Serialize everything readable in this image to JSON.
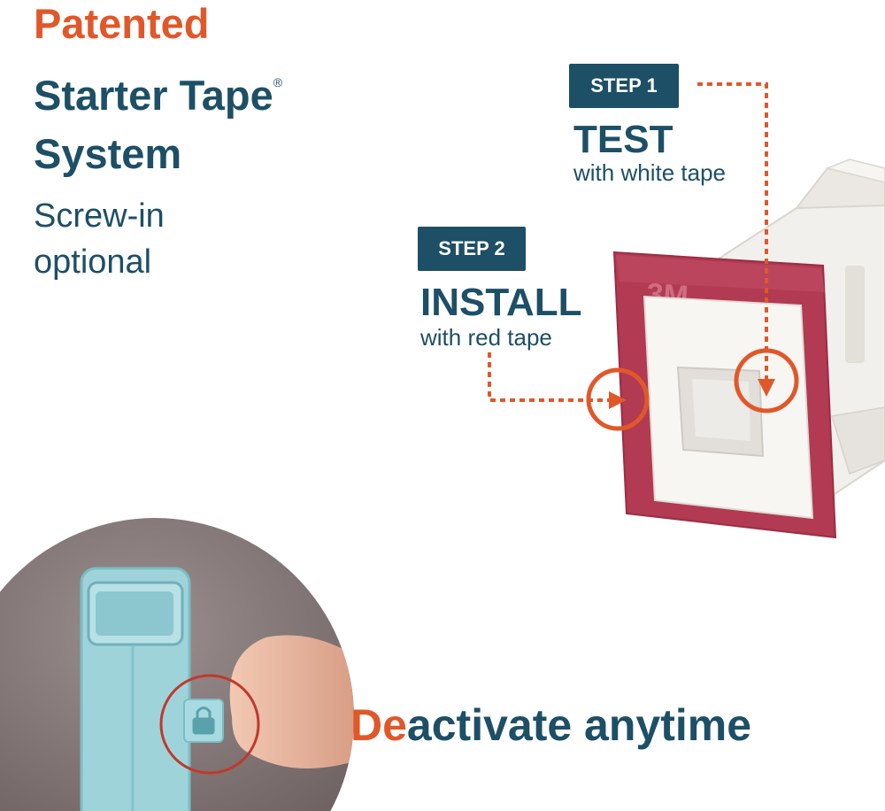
{
  "headline": {
    "line1": "Patented",
    "line2": "Starter Tape",
    "registered_mark": "®",
    "line3": "System"
  },
  "subheadline": {
    "line1": "Screw-in",
    "line2": "optional"
  },
  "step1": {
    "badge": "STEP 1",
    "title": "TEST",
    "description": "with white tape"
  },
  "step2": {
    "badge": "STEP 2",
    "title": "INSTALL",
    "description": "with red tape"
  },
  "device_logo": "3M",
  "bottom": {
    "highlight": "De",
    "rest": "activate anytime"
  },
  "colors": {
    "accent_orange": "#e0582a",
    "brand_teal": "#1d4f66",
    "tape_red": "#b23a52",
    "device_blue": "#9fd3da"
  },
  "icons": [
    "dotted-arrow-icon",
    "lock-icon",
    "highlight-circle-icon"
  ]
}
